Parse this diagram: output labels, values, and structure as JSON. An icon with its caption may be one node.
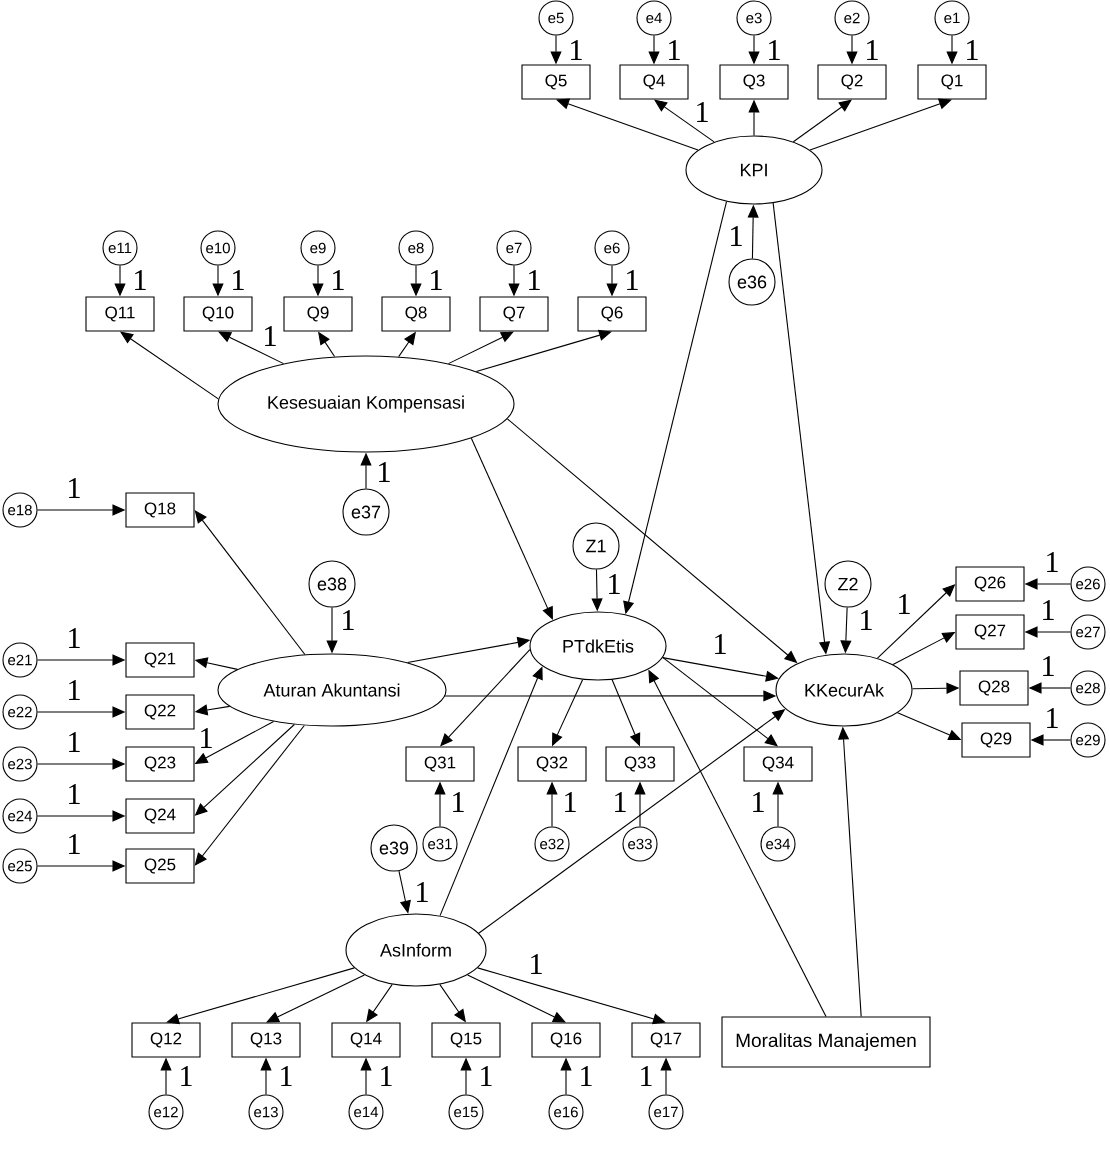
{
  "diagram": {
    "nodes": [
      {
        "text": [
          "e5"
        ]
      },
      {
        "text": [
          "e4"
        ]
      },
      {
        "text": [
          "e3"
        ]
      },
      {
        "text": [
          "e2"
        ]
      },
      {
        "text": [
          "e1"
        ]
      },
      {
        "text": [
          "Q5"
        ]
      },
      {
        "text": [
          "Q4"
        ]
      },
      {
        "text": [
          "Q3"
        ]
      },
      {
        "text": [
          "Q2"
        ]
      },
      {
        "text": [
          "Q1"
        ]
      },
      {
        "text": [
          "KPI"
        ]
      },
      {
        "text": [
          "e36"
        ]
      },
      {
        "text": [
          "e11"
        ]
      },
      {
        "text": [
          "e10"
        ]
      },
      {
        "text": [
          "e9"
        ]
      },
      {
        "text": [
          "e8"
        ]
      },
      {
        "text": [
          "e7"
        ]
      },
      {
        "text": [
          "e6"
        ]
      },
      {
        "text": [
          "Q11"
        ]
      },
      {
        "text": [
          "Q10"
        ]
      },
      {
        "text": [
          "Q9"
        ]
      },
      {
        "text": [
          "Q8"
        ]
      },
      {
        "text": [
          "Q7"
        ]
      },
      {
        "text": [
          "Q6"
        ]
      },
      {
        "text": [
          "Kesesuaian Kompensasi"
        ]
      },
      {
        "text": [
          "e37"
        ]
      },
      {
        "text": [
          "e18"
        ]
      },
      {
        "text": [
          "Q18"
        ]
      },
      {
        "text": [
          "e38"
        ]
      },
      {
        "text": [
          "Z1"
        ]
      },
      {
        "text": [
          "Z2"
        ]
      },
      {
        "text": [
          "Q26"
        ]
      },
      {
        "text": [
          "e26"
        ]
      },
      {
        "text": [
          "Q27"
        ]
      },
      {
        "text": [
          "e27"
        ]
      },
      {
        "text": [
          "e21"
        ]
      },
      {
        "text": [
          "Q21"
        ]
      },
      {
        "text": [
          "Aturan Akuntansi"
        ]
      },
      {
        "text": [
          "PTdkEtis"
        ]
      },
      {
        "text": [
          "KKecurAk"
        ]
      },
      {
        "text": [
          "Q28"
        ]
      },
      {
        "text": [
          "e28"
        ]
      },
      {
        "text": [
          "e22"
        ]
      },
      {
        "text": [
          "Q22"
        ]
      },
      {
        "text": [
          "Q29"
        ]
      },
      {
        "text": [
          "e29"
        ]
      },
      {
        "text": [
          "e23"
        ]
      },
      {
        "text": [
          "Q23"
        ]
      },
      {
        "text": [
          "Q31"
        ]
      },
      {
        "text": [
          "Q32"
        ]
      },
      {
        "text": [
          "Q33"
        ]
      },
      {
        "text": [
          "Q34"
        ]
      },
      {
        "text": [
          "e24"
        ]
      },
      {
        "text": [
          "Q24"
        ]
      },
      {
        "text": [
          "e39"
        ]
      },
      {
        "text": [
          "e31"
        ]
      },
      {
        "text": [
          "e32"
        ]
      },
      {
        "text": [
          "e33"
        ]
      },
      {
        "text": [
          "e34"
        ]
      },
      {
        "text": [
          "e25"
        ]
      },
      {
        "text": [
          "Q25"
        ]
      },
      {
        "text": [
          "AsInform"
        ]
      },
      {
        "text": [
          "Q12"
        ]
      },
      {
        "text": [
          "Q13"
        ]
      },
      {
        "text": [
          "Q14"
        ]
      },
      {
        "text": [
          "Q15"
        ]
      },
      {
        "text": [
          "Q16"
        ]
      },
      {
        "text": [
          "Q17"
        ]
      },
      {
        "text": [
          "Moralitas Manajemen"
        ]
      },
      {
        "text": [
          "e12"
        ]
      },
      {
        "text": [
          "e13"
        ]
      },
      {
        "text": [
          "e14"
        ]
      },
      {
        "text": [
          "e15"
        ]
      },
      {
        "text": [
          "e16"
        ]
      },
      {
        "text": [
          "e17"
        ]
      }
    ],
    "edges": [
      {
        "from": 0,
        "to": 5,
        "arrow": "to",
        "label": "1"
      },
      {
        "from": 1,
        "to": 6,
        "arrow": "to",
        "label": "1"
      },
      {
        "from": 2,
        "to": 7,
        "arrow": "to",
        "label": "1"
      },
      {
        "from": 3,
        "to": 8,
        "arrow": "to",
        "label": "1"
      },
      {
        "from": 4,
        "to": 9,
        "arrow": "to",
        "label": "1"
      },
      {
        "from": 10,
        "to": 5,
        "arrow": "to"
      },
      {
        "from": 10,
        "to": 6,
        "arrow": "to",
        "label": "1"
      },
      {
        "from": 10,
        "to": 7,
        "arrow": "to"
      },
      {
        "from": 10,
        "to": 8,
        "arrow": "to"
      },
      {
        "from": 10,
        "to": 9,
        "arrow": "to"
      },
      {
        "from": 11,
        "to": 10,
        "arrow": "to",
        "label": "1"
      },
      {
        "from": 12,
        "to": 18,
        "arrow": "to",
        "label": "1"
      },
      {
        "from": 13,
        "to": 19,
        "arrow": "to",
        "label": "1"
      },
      {
        "from": 14,
        "to": 20,
        "arrow": "to",
        "label": "1"
      },
      {
        "from": 15,
        "to": 21,
        "arrow": "to",
        "label": "1"
      },
      {
        "from": 16,
        "to": 22,
        "arrow": "to",
        "label": "1"
      },
      {
        "from": 17,
        "to": 23,
        "arrow": "to",
        "label": "1"
      },
      {
        "from": 24,
        "to": 18,
        "arrow": "to"
      },
      {
        "from": 24,
        "to": 19,
        "arrow": "to",
        "label": "1"
      },
      {
        "from": 24,
        "to": 20,
        "arrow": "to"
      },
      {
        "from": 24,
        "to": 21,
        "arrow": "to"
      },
      {
        "from": 24,
        "to": 22,
        "arrow": "to"
      },
      {
        "from": 24,
        "to": 23,
        "arrow": "to"
      },
      {
        "from": 25,
        "to": 24,
        "arrow": "to",
        "label": "1"
      },
      {
        "from": 26,
        "to": 27,
        "arrow": "to",
        "label": "1"
      },
      {
        "from": 37,
        "to": 27,
        "arrow": "to"
      },
      {
        "from": 28,
        "to": 37,
        "arrow": "to",
        "label": "1"
      },
      {
        "from": 29,
        "to": 38,
        "arrow": "to",
        "label": "1"
      },
      {
        "from": 30,
        "to": 39,
        "arrow": "to",
        "label": "1"
      },
      {
        "from": 24,
        "to": 38,
        "arrow": "to"
      },
      {
        "from": 24,
        "to": 39,
        "arrow": "to"
      },
      {
        "from": 10,
        "to": 38,
        "arrow": "to"
      },
      {
        "from": 10,
        "to": 39,
        "arrow": "to"
      },
      {
        "from": 39,
        "to": 31,
        "arrow": "to",
        "label": "1"
      },
      {
        "from": 39,
        "to": 33,
        "arrow": "to"
      },
      {
        "from": 39,
        "to": 40,
        "arrow": "to"
      },
      {
        "from": 39,
        "to": 44,
        "arrow": "to"
      },
      {
        "from": 32,
        "to": 31,
        "arrow": "to",
        "label": "1"
      },
      {
        "from": 34,
        "to": 33,
        "arrow": "to",
        "label": "1"
      },
      {
        "from": 41,
        "to": 40,
        "arrow": "to",
        "label": "1"
      },
      {
        "from": 45,
        "to": 44,
        "arrow": "to",
        "label": "1"
      },
      {
        "from": 35,
        "to": 36,
        "arrow": "to",
        "label": "1"
      },
      {
        "from": 42,
        "to": 43,
        "arrow": "to",
        "label": "1"
      },
      {
        "from": 46,
        "to": 47,
        "arrow": "to",
        "label": "1"
      },
      {
        "from": 52,
        "to": 53,
        "arrow": "to",
        "label": "1"
      },
      {
        "from": 59,
        "to": 60,
        "arrow": "to",
        "label": "1"
      },
      {
        "from": 37,
        "to": 36,
        "arrow": "to"
      },
      {
        "from": 37,
        "to": 43,
        "arrow": "to"
      },
      {
        "from": 37,
        "to": 47,
        "arrow": "to",
        "label": "1"
      },
      {
        "from": 37,
        "to": 53,
        "arrow": "to"
      },
      {
        "from": 37,
        "to": 60,
        "arrow": "to"
      },
      {
        "from": 37,
        "to": 38,
        "arrow": "to"
      },
      {
        "from": 37,
        "to": 39,
        "arrow": "to"
      },
      {
        "from": 38,
        "to": 39,
        "arrow": "to",
        "label": "1"
      },
      {
        "from": 38,
        "to": 48,
        "arrow": "to"
      },
      {
        "from": 38,
        "to": 49,
        "arrow": "to"
      },
      {
        "from": 38,
        "to": 50,
        "arrow": "to"
      },
      {
        "from": 38,
        "to": 51,
        "arrow": "to"
      },
      {
        "from": 55,
        "to": 48,
        "arrow": "to",
        "label": "1"
      },
      {
        "from": 56,
        "to": 49,
        "arrow": "to",
        "label": "1"
      },
      {
        "from": 57,
        "to": 50,
        "arrow": "to",
        "label": "1"
      },
      {
        "from": 58,
        "to": 51,
        "arrow": "to",
        "label": "1"
      },
      {
        "from": 54,
        "to": 61,
        "arrow": "to",
        "label": "1"
      },
      {
        "from": 61,
        "to": 38,
        "arrow": "to"
      },
      {
        "from": 61,
        "to": 39,
        "arrow": "to"
      },
      {
        "from": 61,
        "to": 62,
        "arrow": "to"
      },
      {
        "from": 61,
        "to": 63,
        "arrow": "to"
      },
      {
        "from": 61,
        "to": 64,
        "arrow": "to"
      },
      {
        "from": 61,
        "to": 65,
        "arrow": "to"
      },
      {
        "from": 61,
        "to": 66,
        "arrow": "to"
      },
      {
        "from": 61,
        "to": 67,
        "arrow": "to",
        "label": "1"
      },
      {
        "from": 69,
        "to": 62,
        "arrow": "to",
        "label": "1"
      },
      {
        "from": 70,
        "to": 63,
        "arrow": "to",
        "label": "1"
      },
      {
        "from": 71,
        "to": 64,
        "arrow": "to",
        "label": "1"
      },
      {
        "from": 72,
        "to": 65,
        "arrow": "to",
        "label": "1"
      },
      {
        "from": 73,
        "to": 66,
        "arrow": "to",
        "label": "1"
      },
      {
        "from": 74,
        "to": 67,
        "arrow": "to",
        "label": "1"
      },
      {
        "from": 68,
        "to": 38,
        "arrow": "to"
      },
      {
        "from": 68,
        "to": 39,
        "arrow": "to"
      }
    ]
  }
}
